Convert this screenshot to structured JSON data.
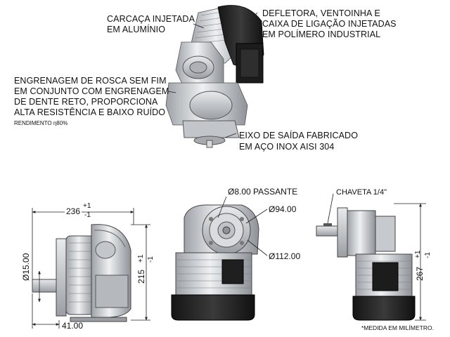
{
  "labels": {
    "housing": [
      "CARCAÇA INJETADA",
      "EM ALUMÍNIO"
    ],
    "deflector": [
      "DEFLETORA, VENTOINHA E",
      "CAIXA DE LIGAÇÃO INJETADAS",
      "EM POLÍMERO INDUSTRIAL"
    ],
    "gear": [
      "ENGRENAGEM DE ROSCA SEM FIM",
      "EM CONJUNTO COM ENGRENAGEM",
      "DE DENTE RETO, PROPORCIONA",
      "ALTA RESISTÊNCIA E BAIXO RUÍDO"
    ],
    "efficiency": "RENDIMENTO η80%",
    "shaft": [
      "EIXO DE SAÍDA FABRICADO",
      "EM AÇO INOX AISI 304"
    ]
  },
  "dimensions": {
    "width": "236",
    "width_tol_plus": "+1",
    "width_tol_minus": "-1",
    "shaft_dia": "Ø15.00",
    "height": "215",
    "height_tol_plus": "+1",
    "height_tol_minus": "-1",
    "shaft_len": "41.00",
    "hole": "Ø8.00 PASSANTE",
    "pcd_inner": "Ø94.00",
    "pcd_outer": "Ø112.00",
    "keyway": "CHAVETA 1/4\"",
    "total_height": "267",
    "total_tol_plus": "+1",
    "total_tol_minus": "-1"
  },
  "note": "*MEDIDA EM MILÍMETRO.",
  "colors": {
    "metal": "#c9ccd0",
    "dark": "#2a2a2a",
    "line": "#333333"
  }
}
